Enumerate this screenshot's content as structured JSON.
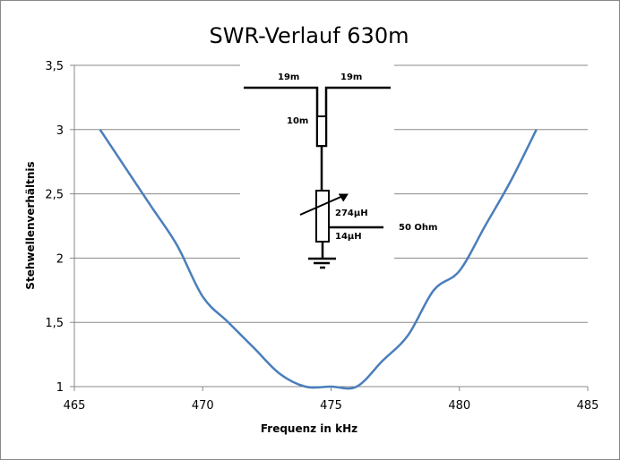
{
  "chart_data": {
    "type": "line",
    "title": "SWR-Verlauf 630m",
    "xlabel": "Frequenz in kHz",
    "ylabel": "Stehwellenverhältnis",
    "xlim": [
      465,
      485
    ],
    "ylim": [
      1,
      3.5
    ],
    "x_ticks": [
      "465",
      "470",
      "475",
      "480",
      "485"
    ],
    "y_ticks": [
      "1",
      "1,5",
      "2",
      "2,5",
      "3",
      "3,5"
    ],
    "grid": "horizontal",
    "series": [
      {
        "name": "SWR",
        "color": "#4a7ebb",
        "x": [
          466,
          467,
          468,
          469,
          470,
          471,
          472,
          473,
          474,
          475,
          476,
          477,
          478,
          479,
          480,
          481,
          482,
          483
        ],
        "values": [
          3.0,
          2.7,
          2.4,
          2.1,
          1.7,
          1.5,
          1.3,
          1.1,
          1.0,
          1.0,
          1.0,
          1.2,
          1.4,
          1.75,
          1.9,
          2.25,
          2.6,
          3.0
        ]
      }
    ],
    "annotations": {
      "antenna_left": "19m",
      "antenna_right": "19m",
      "feeder": "10m",
      "coil_top": "274µH",
      "coil_bottom": "14µH",
      "feed": "50 Ohm"
    }
  }
}
